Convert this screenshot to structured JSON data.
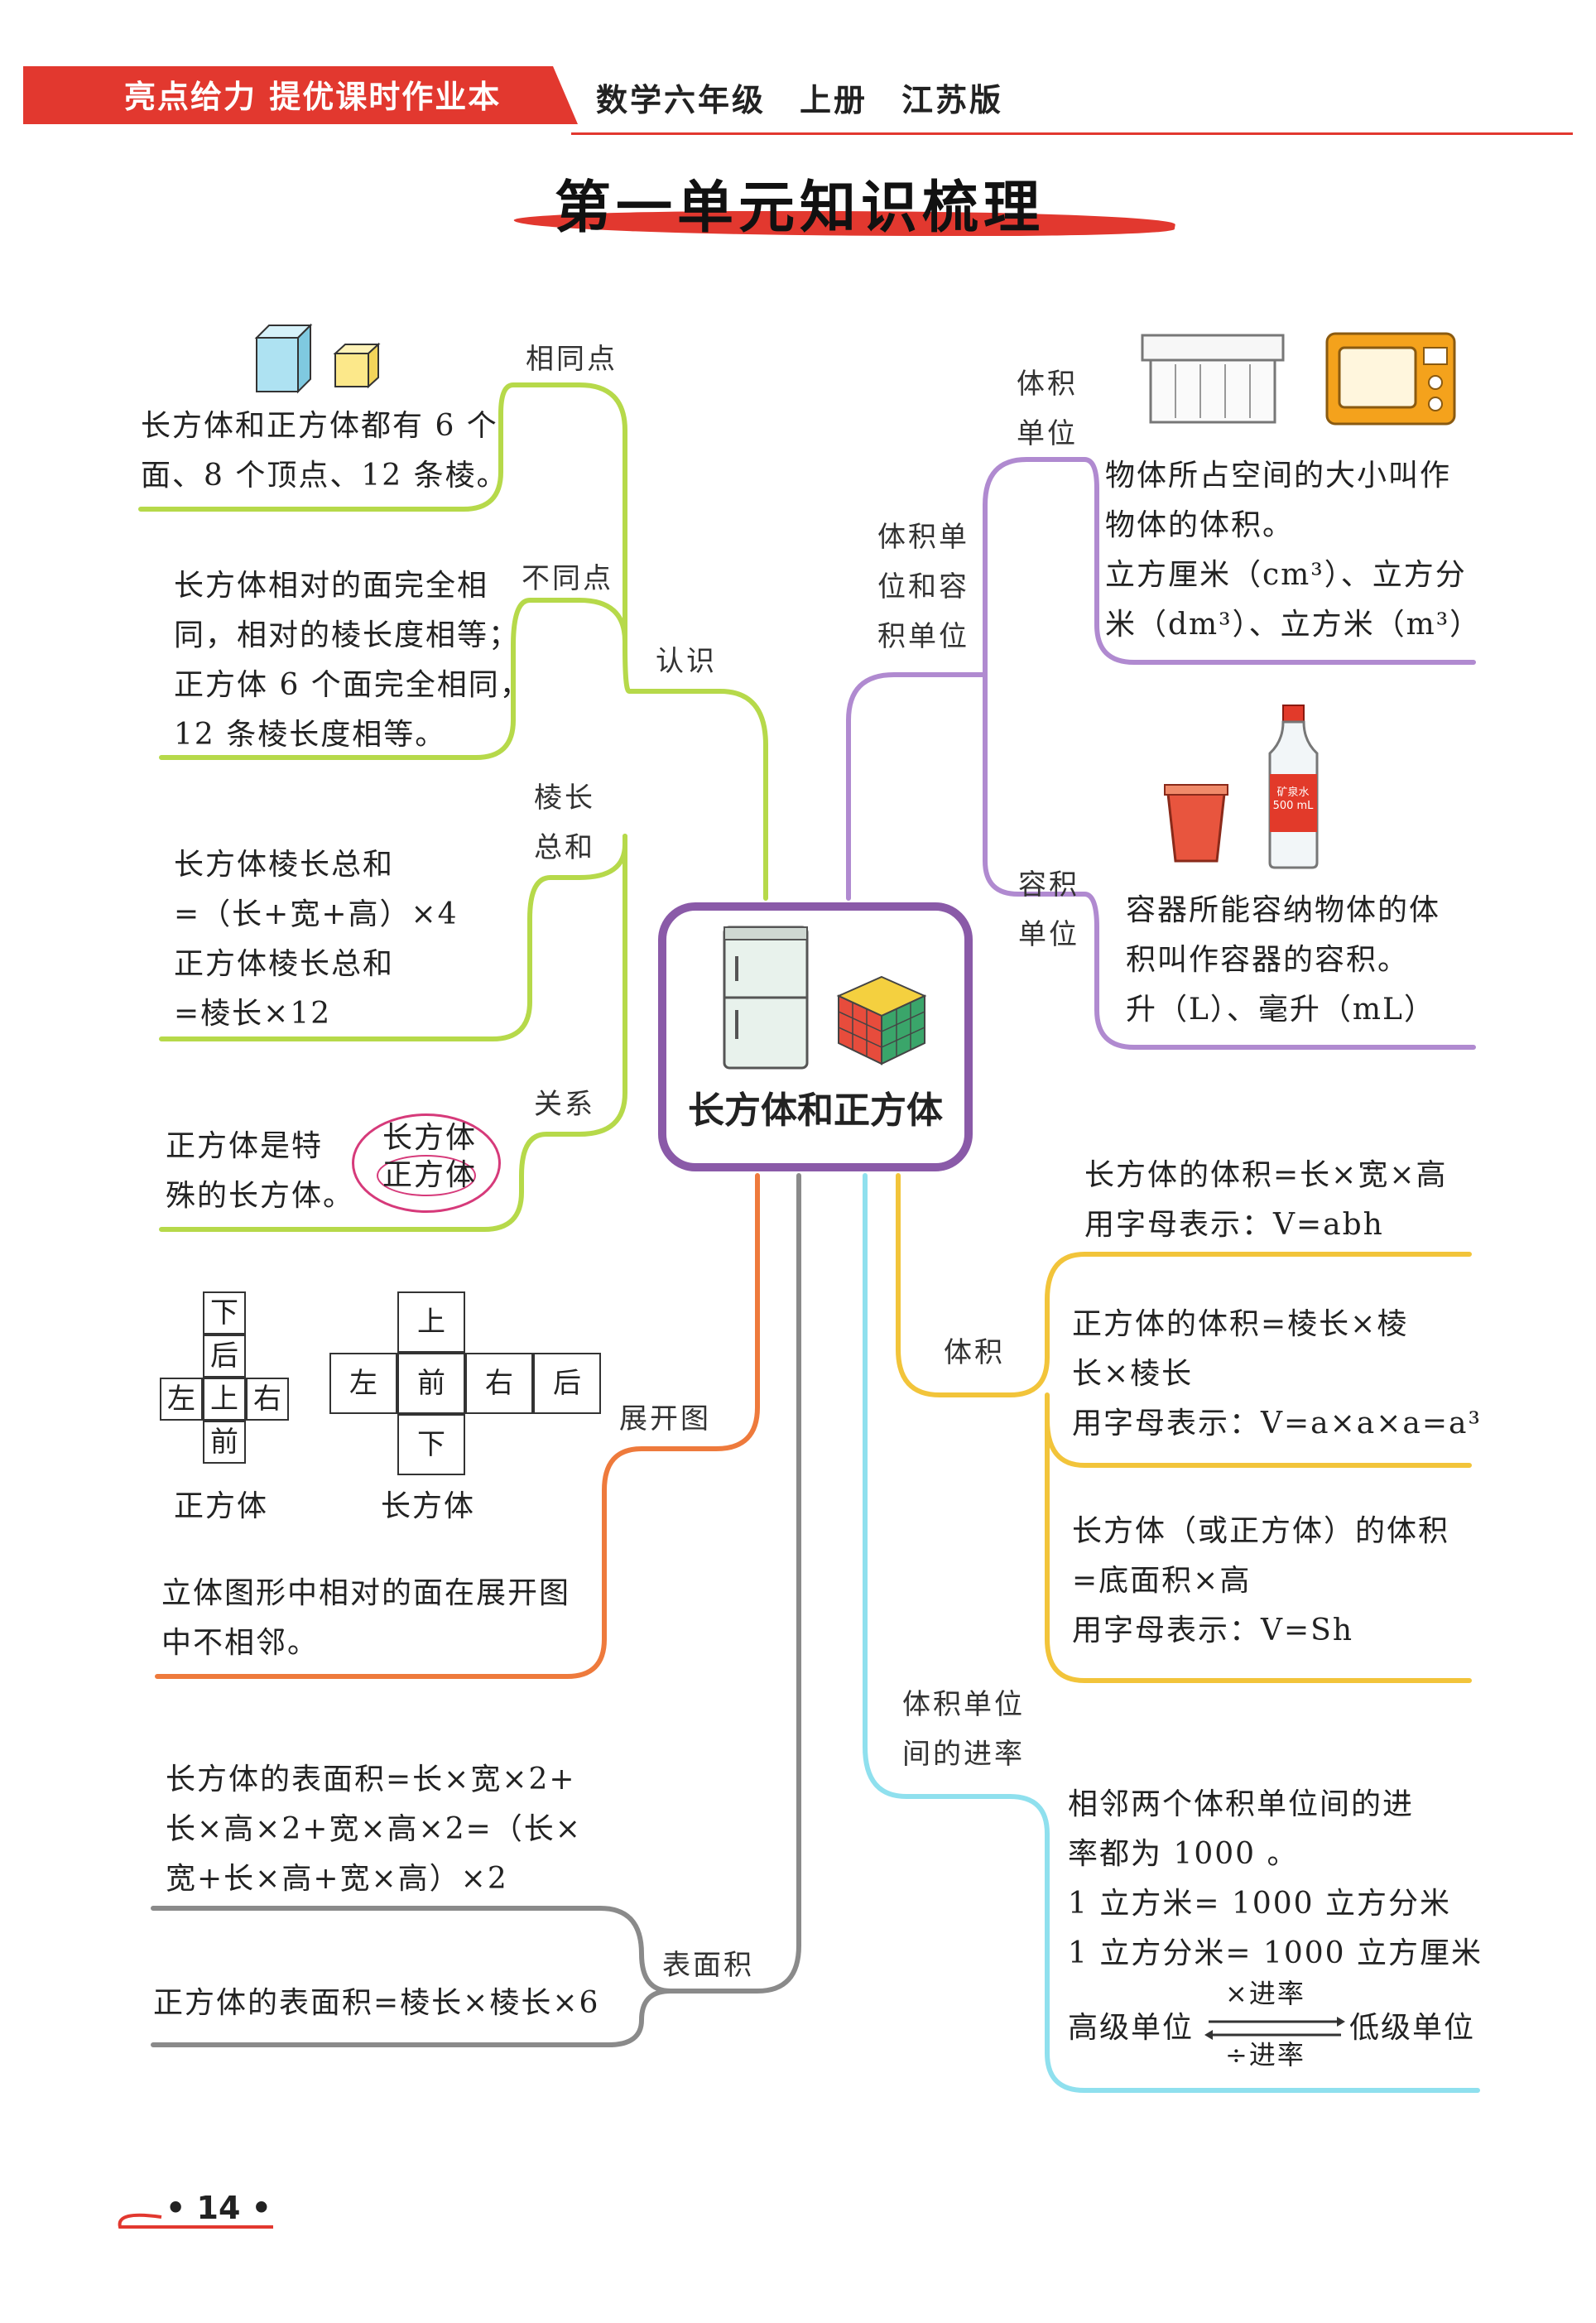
{
  "header": {
    "brand": "亮点给力 提优课时作业本",
    "book": "数学六年级　上册　江苏版"
  },
  "title": "第一单元知识梳理",
  "center": "长方体和正方体",
  "left": {
    "renshi": {
      "label": "认识",
      "same": {
        "label": "相同点",
        "lines": [
          "长方体和正方体都有 6 个",
          "面、8 个顶点、12 条棱。"
        ]
      },
      "diff": {
        "label": "不同点",
        "lines": [
          "长方体相对的面完全相",
          "同，相对的棱长度相等；",
          "正方体 6 个面完全相同，",
          "12 条棱长度相等。"
        ]
      },
      "edge_sum": {
        "label": [
          "棱长",
          "总和"
        ],
        "lines": [
          "长方体棱长总和",
          "=（长+宽+高）×4",
          "正方体棱长总和",
          "=棱长×12"
        ]
      },
      "relation": {
        "label": "关系",
        "lines": [
          "正方体是特",
          "殊的长方体。"
        ],
        "circle": [
          "长方体",
          "正方体"
        ]
      }
    },
    "net": {
      "label": "展开图",
      "cube_net": [
        "下",
        "后",
        "左",
        "上",
        "右",
        "前"
      ],
      "cube_caption": "正方体",
      "cuboid_net": [
        "上",
        "左",
        "前",
        "右",
        "后",
        "下"
      ],
      "cuboid_caption": "长方体",
      "lines": [
        "立体图形中相对的面在展开图",
        "中不相邻。"
      ]
    },
    "surface": {
      "label": "表面积",
      "lines1": [
        "长方体的表面积=长×宽×2+",
        "长×高×2+宽×高×2=（长×",
        "宽+长×高+宽×高）×2"
      ],
      "lines2": [
        "正方体的表面积=棱长×棱长×6"
      ]
    }
  },
  "right": {
    "units": {
      "label": [
        "体积单",
        "位和容",
        "积单位"
      ],
      "volume_unit": {
        "label": [
          "体积",
          "单位"
        ],
        "lines": [
          "物体所占空间的大小叫作",
          "物体的体积。",
          "立方厘米（cm³）、立方分",
          "米（dm³）、立方米（m³）"
        ]
      },
      "capacity_unit": {
        "label": [
          "容积",
          "单位"
        ],
        "bottle_text": "矿泉水 500 mL",
        "lines": [
          "容器所能容纳物体的体",
          "积叫作容器的容积。",
          "升（L）、毫升（mL）"
        ]
      }
    },
    "volume": {
      "label": "体积",
      "block1": [
        "长方体的体积=长×宽×高",
        "用字母表示：V=abh"
      ],
      "block2": [
        "正方体的体积=棱长×棱",
        "长×棱长",
        "用字母表示：V=a×a×a=a³"
      ],
      "block3": [
        "长方体（或正方体）的体积",
        "=底面积×高",
        "用字母表示：V=Sh"
      ]
    },
    "rate": {
      "label": [
        "体积单位",
        "间的进率"
      ],
      "lines": [
        "相邻两个体积单位间的进",
        "率都为 1000 。",
        "1 立方米= 1000 立方分米",
        "1 立方分米= 1000 立方厘米"
      ],
      "high": "高级单位",
      "mul": "×进率",
      "div": "÷进率",
      "low": "低级单位"
    }
  },
  "page_number": "• 14 •",
  "colors": {
    "red": "#e2382f",
    "green": "#b6d94a",
    "purple": "#b08ad0",
    "center_border": "#8a5aa8",
    "orange": "#ee7a3c",
    "gray": "#8a8a8a",
    "yellow": "#f2c43a",
    "cyan": "#8fe0ee"
  }
}
